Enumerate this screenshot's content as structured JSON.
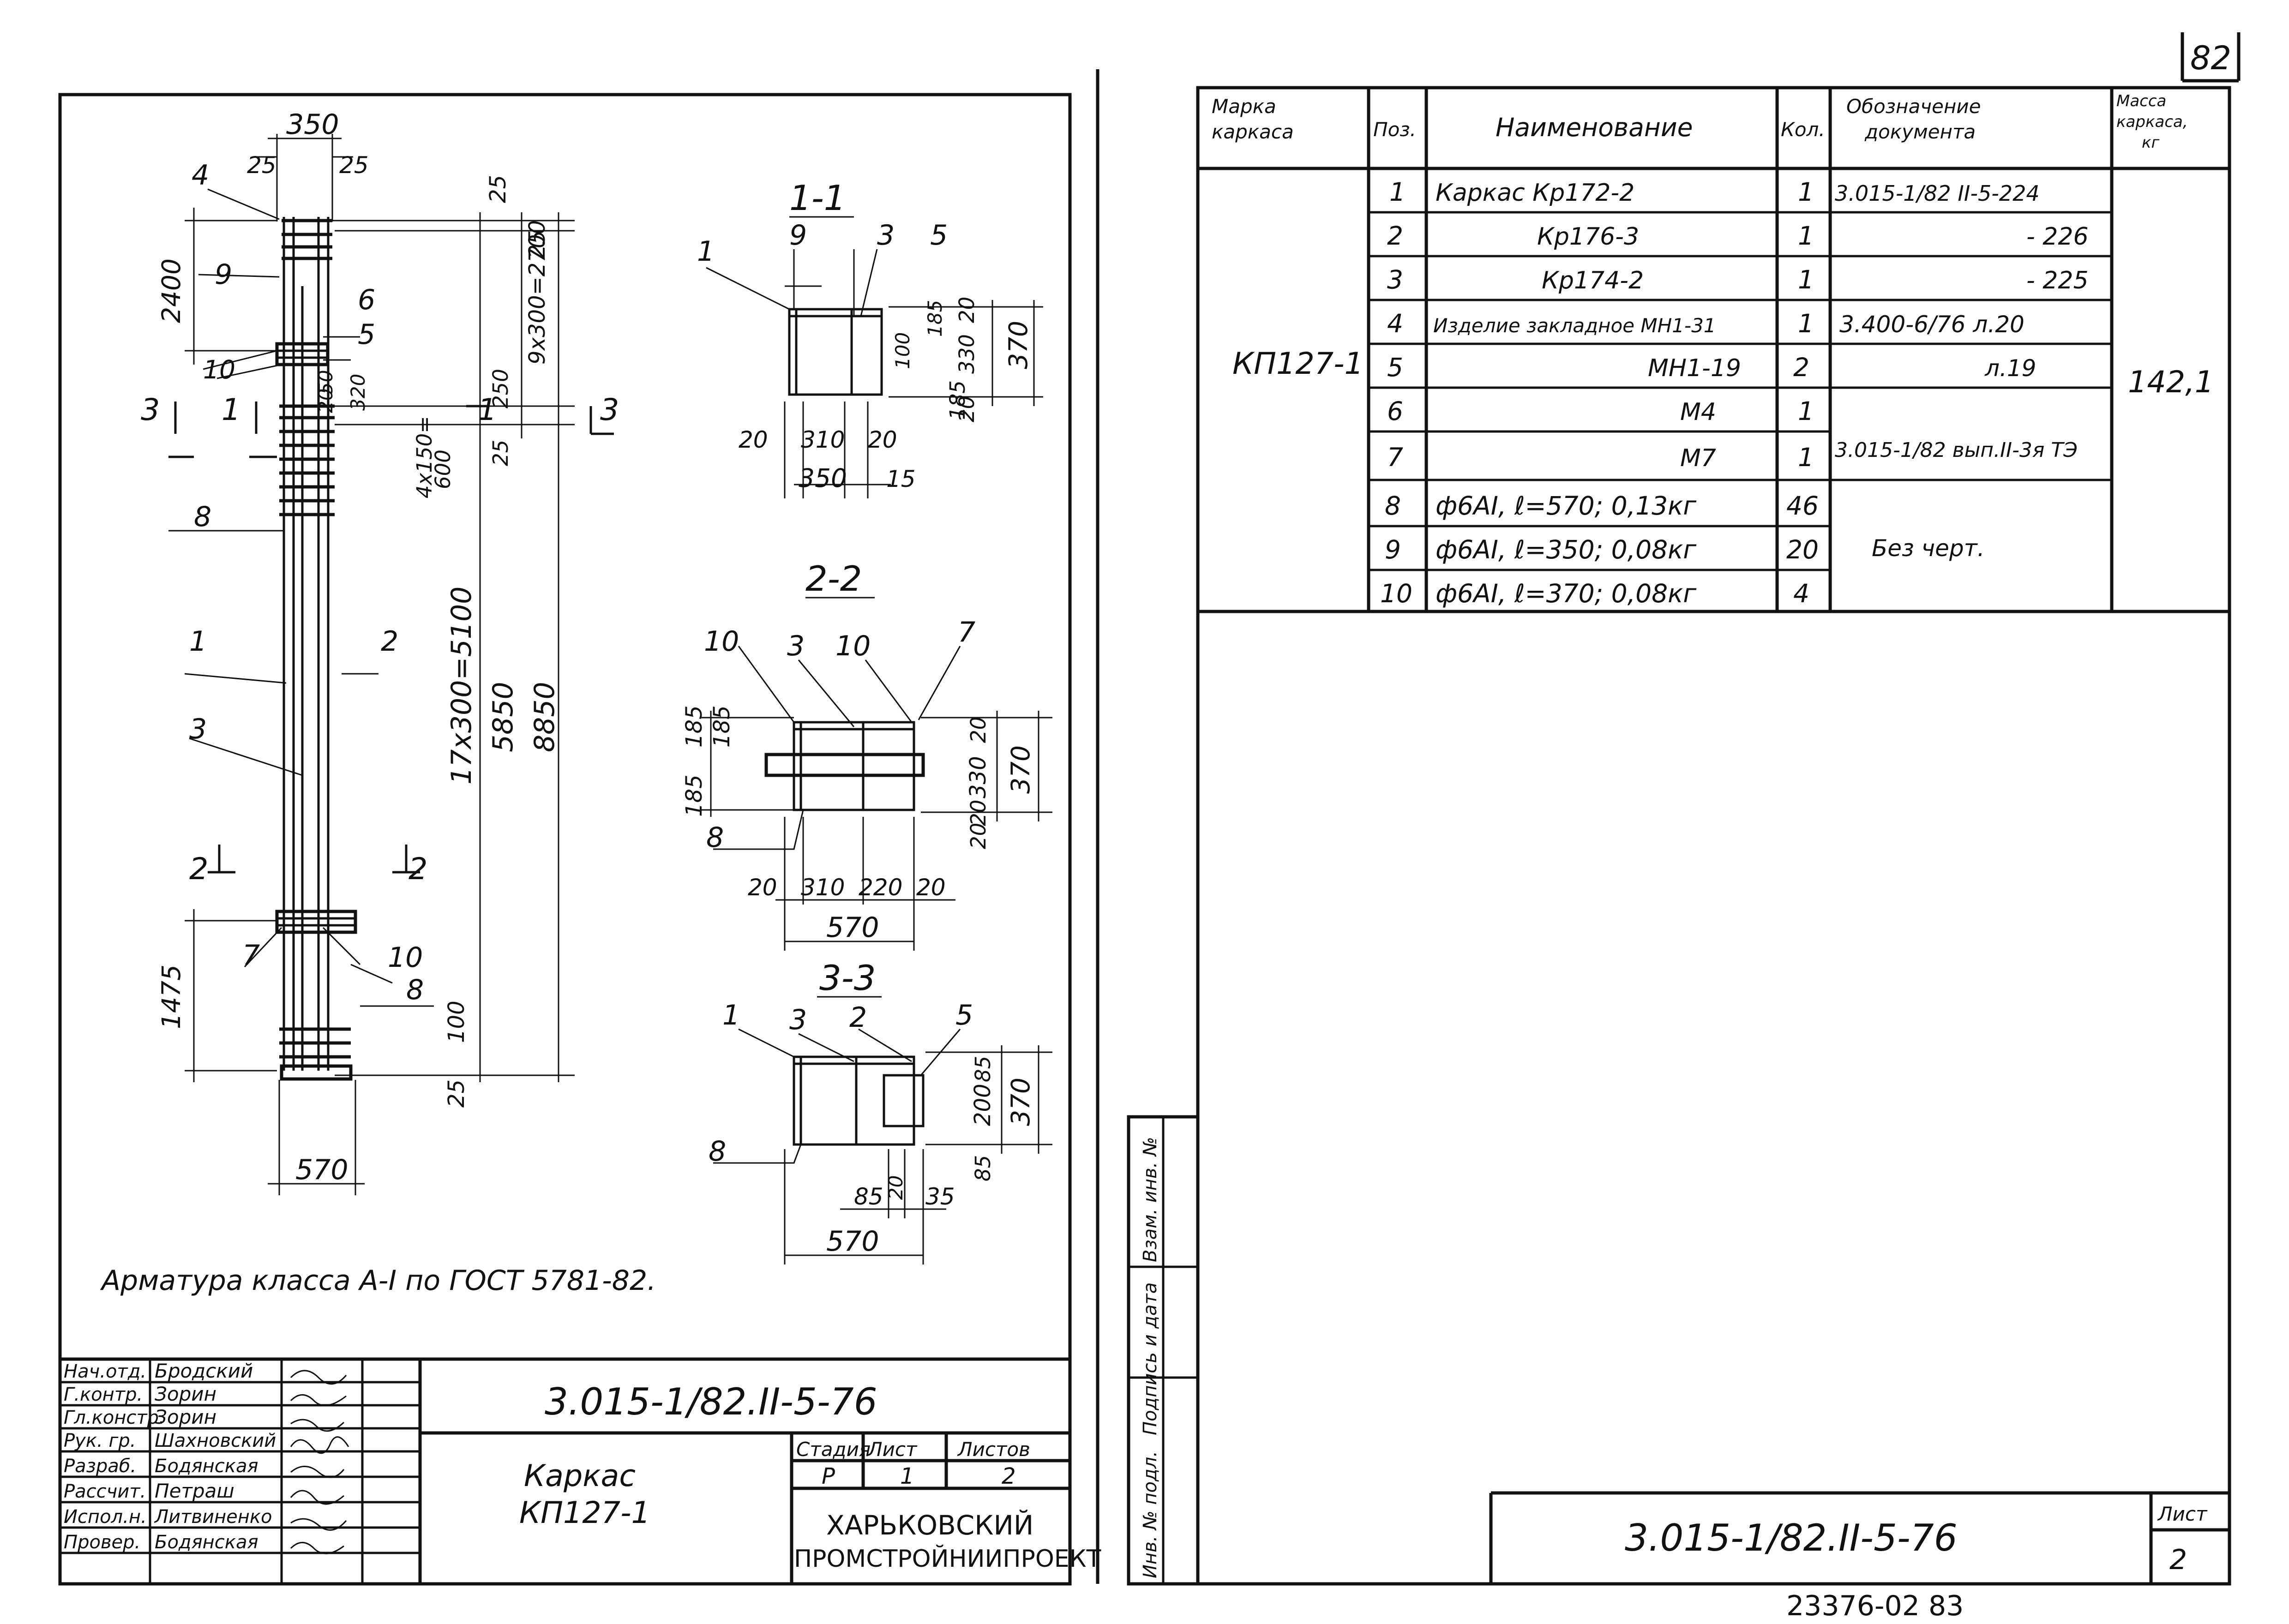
{
  "page_number": "82",
  "drawing": {
    "elevation": {
      "dims": {
        "top_width": "350",
        "top_left": "25",
        "top_right": "25",
        "upper_block": "2400",
        "top_cover": "25",
        "upper_spacing": "9х300=2700",
        "upper_end": "25",
        "small_50": "50",
        "small_20": "20",
        "small_320": "320",
        "stub_250": "250",
        "stub_25": "25",
        "cut_4x150": "4х150=",
        "cut_600": "600",
        "middle_spacing": "17х300=5100",
        "middle_total": "5850",
        "overall": "8850",
        "bottom_block": "1475",
        "bottom_100": "100",
        "bottom_cover": "25",
        "bottom_width": "570"
      },
      "labels": {
        "p1": "1",
        "p2": "2",
        "p3": "3",
        "p4": "4",
        "p5": "5",
        "p6": "6",
        "p7": "7",
        "p8": "8",
        "p8b": "8",
        "p9": "9",
        "p10": "10",
        "p10b": "10"
      },
      "cuts": {
        "c1": "1",
        "c1r": "1",
        "c2": "2",
        "c2r": "2",
        "c3": "3",
        "c3r": "3"
      }
    },
    "section_1": {
      "title": "1-1",
      "labels": {
        "p1": "1",
        "p9": "9",
        "p3": "3",
        "p5": "5"
      },
      "dims": {
        "d20a": "20",
        "d310": "310",
        "d20b": "20",
        "d350": "350",
        "d15": "15",
        "d20r": "20",
        "d100": "100",
        "d185": "185",
        "d185b": "185",
        "d330": "330",
        "d20r2": "20",
        "d370": "370"
      }
    },
    "section_2": {
      "title": "2-2",
      "labels": {
        "p10": "10",
        "p3": "3",
        "p10b": "10",
        "p7": "7",
        "p8": "8"
      },
      "dims": {
        "d185a": "185",
        "d185b": "185",
        "d185c": "185",
        "d20": "20",
        "d330": "330",
        "d370": "370",
        "d20b": "20",
        "d20c": "20",
        "d20l": "20",
        "d310": "310",
        "d220": "220",
        "d20r": "20",
        "d570": "570"
      }
    },
    "section_3": {
      "title": "3-3",
      "labels": {
        "p1": "1",
        "p3": "3",
        "p2": "2",
        "p5": "5",
        "p8": "8"
      },
      "dims": {
        "d85a": "85",
        "d200": "200",
        "d85b": "85",
        "d370": "370",
        "d20": "20",
        "d85c": "85",
        "d35": "35",
        "d570": "570"
      }
    },
    "note": "Арматура класса А-I по ГОСТ 5781-82."
  },
  "title_block_left": {
    "signers": [
      {
        "role": "Нач.отд.",
        "name": "Бродский"
      },
      {
        "role": "Г.контр.",
        "name": "Зорин"
      },
      {
        "role": "Гл.констр.",
        "name": "Зорин"
      },
      {
        "role": "Рук. гр.",
        "name": "Шахновский"
      },
      {
        "role": "Разраб.",
        "name": "Бодянская"
      },
      {
        "role": "Рассчит.",
        "name": "Петраш"
      },
      {
        "role": "Испол.н.",
        "name": "Литвиненко"
      },
      {
        "role": "Провер.",
        "name": "Бодянская"
      }
    ],
    "doc_code": "3.015-1/82.II-5-76",
    "title": [
      "Каркас",
      "КП127-1"
    ],
    "headers": {
      "stage": "Стадия",
      "sheet": "Лист",
      "sheets": "Листов"
    },
    "values": {
      "stage": "Р",
      "sheet": "1",
      "sheets": "2"
    },
    "org": [
      "ХАРЬКОВСКИЙ",
      "ПРОМСТРОЙНИИПРОЕКТ"
    ]
  },
  "spec": {
    "headers": {
      "mark": [
        "Марка",
        "каркаса"
      ],
      "pos": "Поз.",
      "name": "Наименование",
      "qty": "Кол.",
      "doc": [
        "Обозначение",
        "документа"
      ],
      "mass": [
        "Масса",
        "каркаса,",
        "кг"
      ]
    },
    "mark": "КП127-1",
    "mass": "142,1",
    "rows": [
      {
        "pos": "1",
        "name": "Каркас Кр172-2",
        "qty": "1",
        "doc": "3.015-1/82 II-5-224"
      },
      {
        "pos": "2",
        "name": "Кр176-3",
        "qty": "1",
        "doc": "- 226"
      },
      {
        "pos": "3",
        "name": "Кр174-2",
        "qty": "1",
        "doc": "- 225"
      },
      {
        "pos": "4",
        "name": "Изделие закладное МН1-31",
        "qty": "1",
        "doc": "3.400-6/76 л.20"
      },
      {
        "pos": "5",
        "name": "МН1-19",
        "qty": "2",
        "doc": "л.19"
      },
      {
        "pos": "6",
        "name": "М4",
        "qty": "1",
        "doc": ""
      },
      {
        "pos": "7",
        "name": "М7",
        "qty": "1",
        "doc": ""
      },
      {
        "pos": "8",
        "name": "ф6АI,  ℓ=570;  0,13кг",
        "qty": "46",
        "doc": ""
      },
      {
        "pos": "9",
        "name": "ф6АI,  ℓ=350;  0,08кг",
        "qty": "20",
        "doc": ""
      },
      {
        "pos": "10",
        "name": "ф6АI,  ℓ=370;  0,08кг",
        "qty": "4",
        "doc": ""
      }
    ],
    "doc_merged_67": "3.015-1/82 вып.II-3я ТЭ",
    "doc_merged_810": "Без черт."
  },
  "side_stamp": [
    "Инв. № подл.",
    "Подпись и дата",
    "Взам. инв. №"
  ],
  "title_block_right": {
    "doc_code": "3.015-1/82.II-5-76",
    "sheet_header": "Лист",
    "sheet_value": "2"
  },
  "footer_code": "23376-02  83"
}
